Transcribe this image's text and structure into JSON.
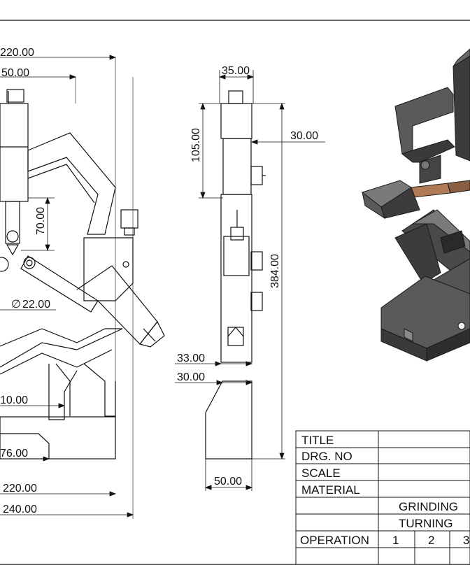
{
  "drawing": {
    "front_view": {
      "overall_width_top": "220.00",
      "width_50": "50.00",
      "height_70": "70.00",
      "diameter_22": "22.00",
      "diameter_symbol": "∅",
      "dim_10": "10.00",
      "dim_76": "76.00",
      "base_220": "220.00",
      "base_240": "240.00"
    },
    "side_view": {
      "top_width": "35.00",
      "block_height": "105.00",
      "offset_30_top": "30.00",
      "overall_height": "384.00",
      "dim_33": "33.00",
      "dim_30_bottom": "30.00",
      "base_width": "50.00"
    }
  },
  "title_block": {
    "rows": [
      "TITLE",
      "DRG. NO",
      "SCALE",
      "MATERIAL"
    ],
    "processes": [
      "GRINDING",
      "TURNING"
    ],
    "operation_label": "OPERATION",
    "operation_numbers": [
      "1",
      "2",
      "3"
    ]
  },
  "colors": {
    "line": "#111111",
    "metal_dark": "#3c3c3c",
    "metal_mid": "#6a6a6a",
    "metal_light": "#9a9a9a",
    "bronze": "#b07a55"
  }
}
